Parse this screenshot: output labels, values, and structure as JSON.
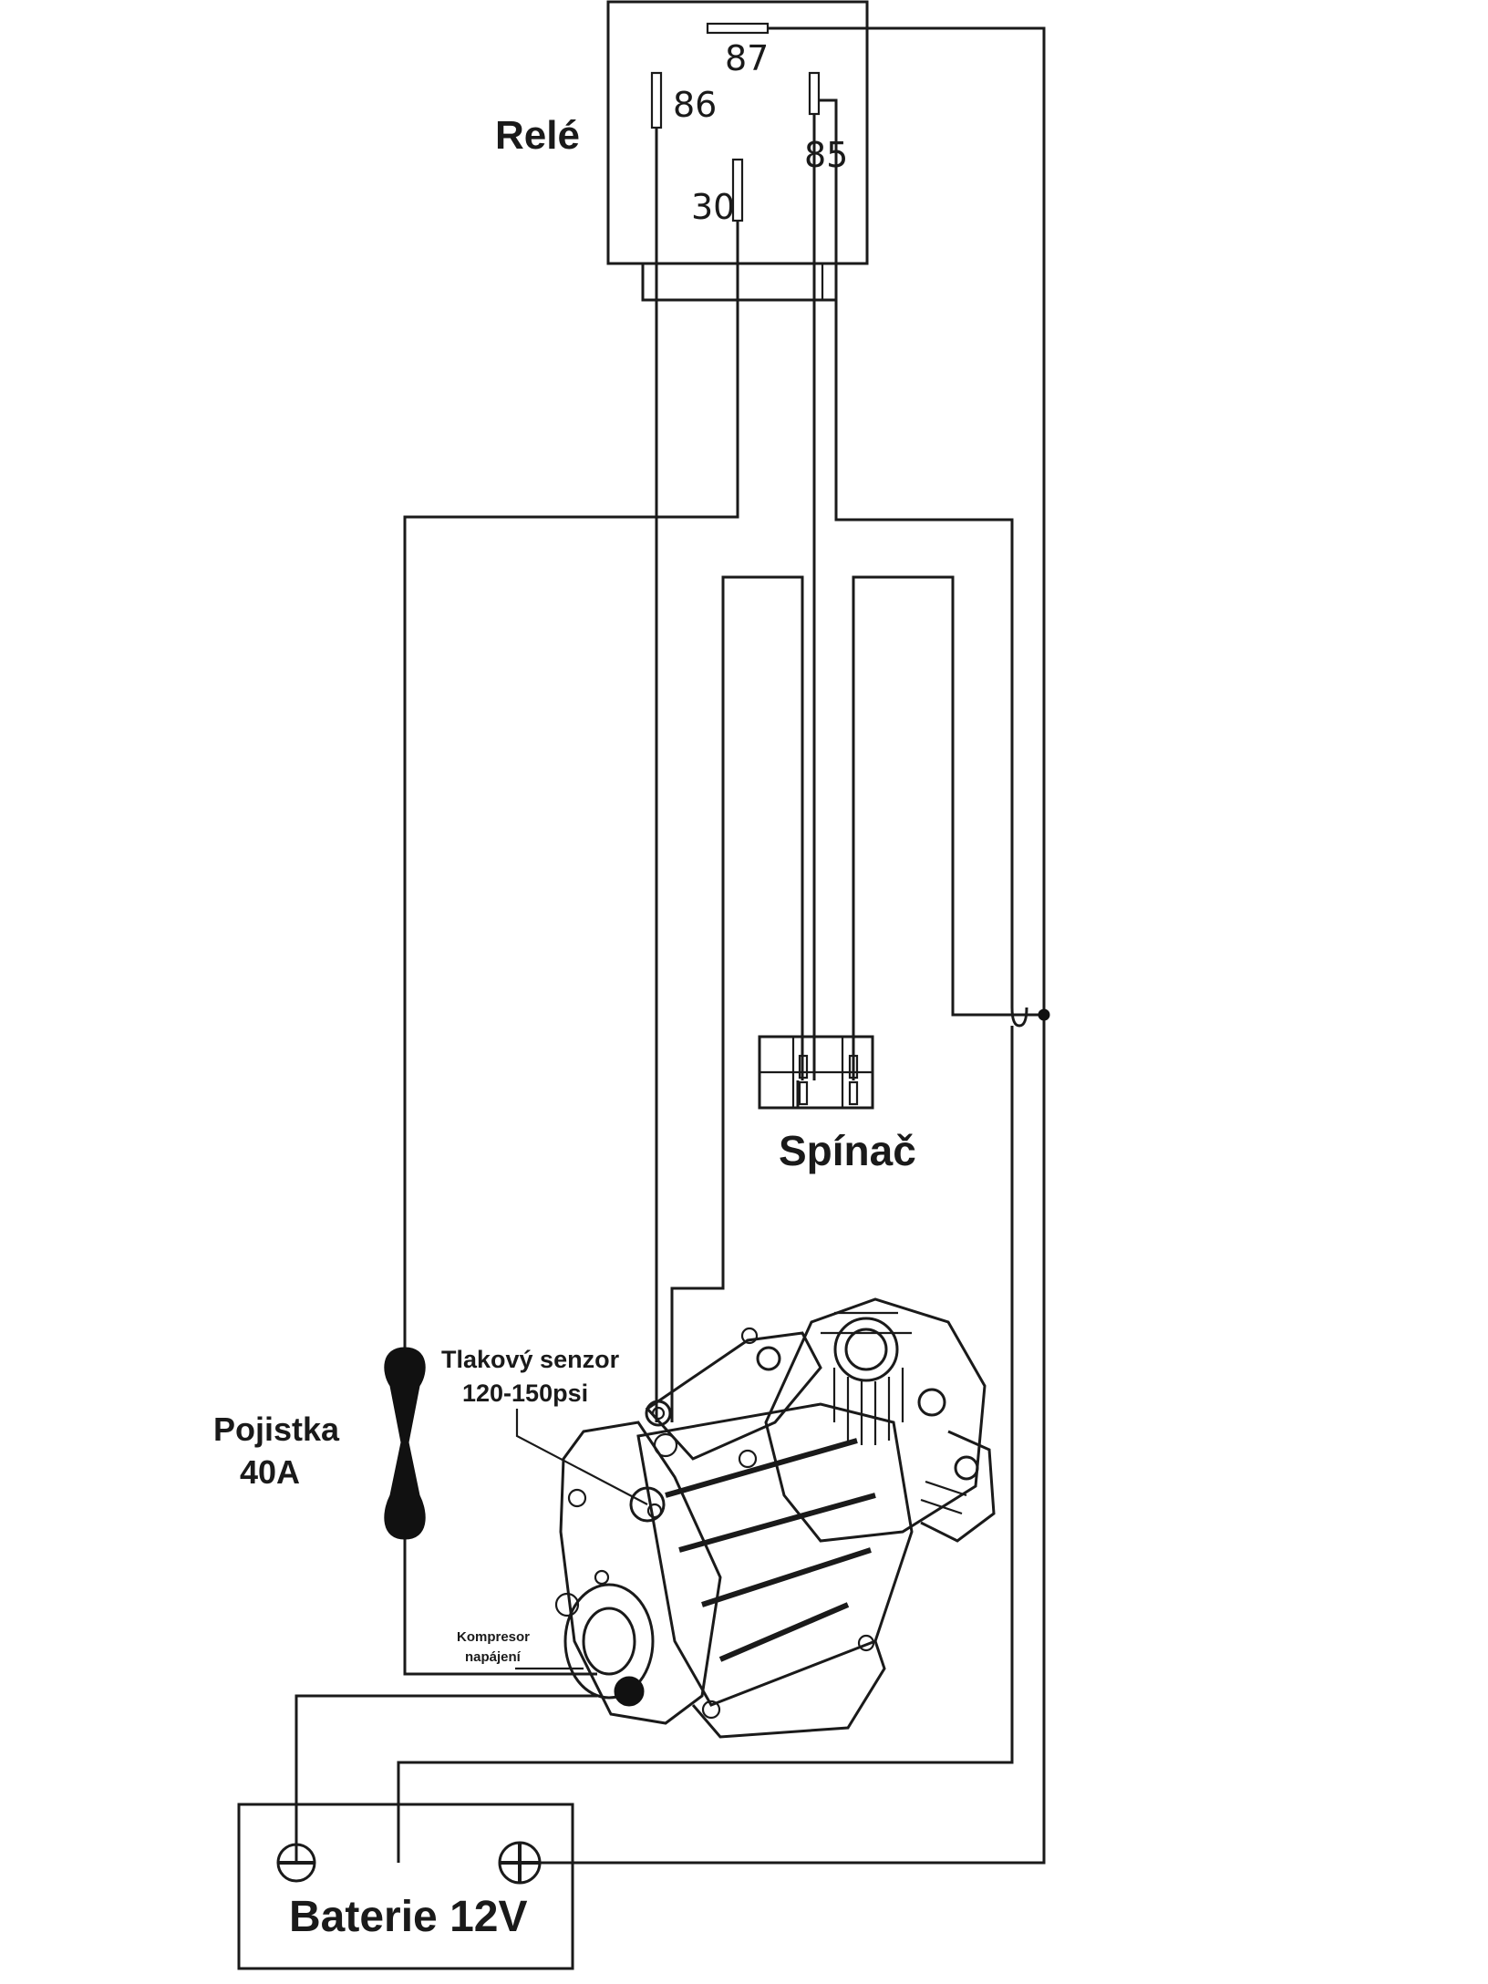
{
  "relay": {
    "title": "Relé",
    "pins": {
      "p87": "87",
      "p86": "86",
      "p85": "85",
      "p30": "30"
    }
  },
  "switch": {
    "title": "Spínač"
  },
  "fuse": {
    "line1": "Pojistka",
    "line2": "40A"
  },
  "sensor": {
    "line1": "Tlakový senzor",
    "line2": "120-150psi"
  },
  "compressor": {
    "line1": "Kompresor",
    "line2": "napájení"
  },
  "battery": {
    "title": "Baterie 12V",
    "negative_icon": "minus-terminal-icon",
    "positive_icon": "plus-terminal-icon"
  },
  "colors": {
    "ink": "#1a1a1a",
    "background": "#ffffff"
  }
}
